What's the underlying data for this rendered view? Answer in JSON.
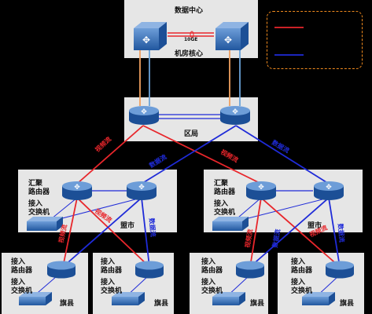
{
  "labels": {
    "datacenter": "数据中心",
    "core": "机房核心",
    "link_10ge": "10GE",
    "bureau": "区局",
    "agg_router_l": "汇聚\n路由器",
    "access_switch_l": "接入\n交换机",
    "city_l": "盟市",
    "agg_router_r": "汇聚\n路由器",
    "access_switch_r": "接入\n交换机",
    "city_r": "盟市",
    "leaf_router": "接入\n路由器",
    "leaf_switch": "接入\n交换机",
    "county": "旗县"
  },
  "stream_labels": {
    "video": "视频流",
    "data": "数据流"
  },
  "colors": {
    "video": "#e8262b",
    "data": "#1f2bd8",
    "uplink": "#f0a060",
    "uplink2": "#6aa3d8",
    "legend_border": "#f08a1e",
    "panel": "#e6e6e6"
  }
}
